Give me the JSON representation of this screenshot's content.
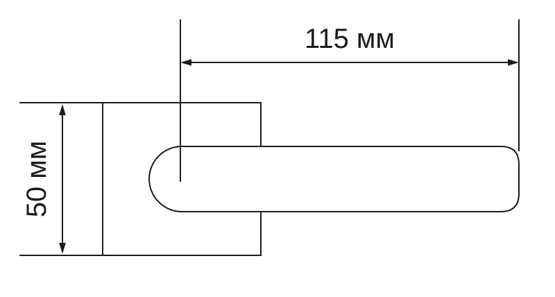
{
  "diagram": {
    "type": "technical-drawing",
    "subject": "door-lever-handle-with-square-rosette",
    "background": "#ffffff",
    "colors": {
      "line": "#1b1b1b"
    },
    "dimensions": {
      "horizontal": {
        "label": "115 мм",
        "value": 115,
        "unit": "мм",
        "description": "distance from handle pivot axis to handle tip"
      },
      "vertical": {
        "label": "50 мм",
        "value": 50,
        "unit": "мм",
        "description": "height of square rosette plate"
      }
    }
  }
}
